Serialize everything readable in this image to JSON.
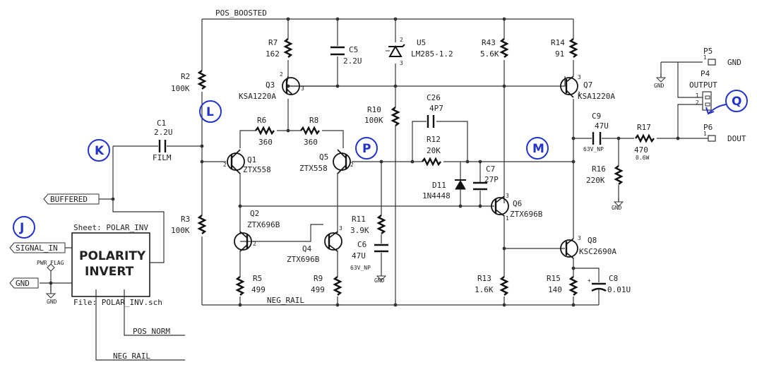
{
  "nets": {
    "pos_boosted": "POS_BOOSTED",
    "neg_rail": "NEG_RAIL",
    "pos_norm": "POS_NORM",
    "neg_rail_2": "NEG_RAIL"
  },
  "ports": {
    "buffered": "BUFFERED",
    "signal_in": "SIGNAL_IN",
    "gnd": "GND",
    "pwr_flag": "PWR_FLAG",
    "gnd_pwr": "GND"
  },
  "sheet": {
    "name": "Sheet: POLAR_INV",
    "title_line1": "POLARITY",
    "title_line2": "INVERT",
    "file": "File: POLAR_INV.sch"
  },
  "markers": [
    "J",
    "K",
    "L",
    "P",
    "M",
    "Q"
  ],
  "components": {
    "C1": {
      "ref": "C1",
      "value": "2.2U",
      "note": "FILM"
    },
    "R2": {
      "ref": "R2",
      "value": "100K"
    },
    "R3": {
      "ref": "R3",
      "value": "100K"
    },
    "R7": {
      "ref": "R7",
      "value": "162"
    },
    "C5": {
      "ref": "C5",
      "value": "2.2U"
    },
    "U5": {
      "ref": "U5",
      "value": "LM285-1.2"
    },
    "R43": {
      "ref": "R43",
      "value": "5.6K"
    },
    "R14": {
      "ref": "R14",
      "value": "91"
    },
    "Q3": {
      "ref": "Q3",
      "value": "KSA1220A"
    },
    "Q7": {
      "ref": "Q7",
      "value": "KSA1220A"
    },
    "R6": {
      "ref": "R6",
      "value": "360"
    },
    "R8": {
      "ref": "R8",
      "value": "360"
    },
    "R10": {
      "ref": "R10",
      "value": "100K"
    },
    "C26": {
      "ref": "C26",
      "value": "4P7"
    },
    "R12": {
      "ref": "R12",
      "value": "20K"
    },
    "Q1": {
      "ref": "Q1",
      "value": "ZTX558"
    },
    "Q5": {
      "ref": "Q5",
      "value": "ZTX558"
    },
    "C7": {
      "ref": "C7",
      "value": "27P"
    },
    "D11": {
      "ref": "D11",
      "value": "1N4448"
    },
    "Q6": {
      "ref": "Q6",
      "value": "ZTX696B"
    },
    "Q2": {
      "ref": "Q2",
      "value": "ZTX696B"
    },
    "Q4": {
      "ref": "Q4",
      "value": "ZTX696B"
    },
    "R11": {
      "ref": "R11",
      "value": "3.9K"
    },
    "C6": {
      "ref": "C6",
      "value": "47U",
      "note": "63V_NP"
    },
    "R5": {
      "ref": "R5",
      "value": "499"
    },
    "R9": {
      "ref": "R9",
      "value": "499"
    },
    "R13": {
      "ref": "R13",
      "value": "1.6K"
    },
    "R15": {
      "ref": "R15",
      "value": "140"
    },
    "C8": {
      "ref": "C8",
      "value": "0.01U"
    },
    "Q8": {
      "ref": "Q8",
      "value": "KSC2690A"
    },
    "C9": {
      "ref": "C9",
      "value": "47U",
      "note": "63V_NP"
    },
    "R17": {
      "ref": "R17",
      "value": "470",
      "note": "0.6W"
    },
    "R16": {
      "ref": "R16",
      "value": "220K"
    },
    "P5": {
      "ref": "P5",
      "value": "GND"
    },
    "P4": {
      "ref": "P4",
      "value": "OUTPUT"
    },
    "P6": {
      "ref": "P6",
      "value": "DOUT"
    }
  },
  "gnd_symbol_label": "GND",
  "pin_numbers": [
    "1",
    "2",
    "3"
  ],
  "colors": {
    "wire": "#333333",
    "marker": "#2233cc",
    "background": "#ffffff"
  }
}
